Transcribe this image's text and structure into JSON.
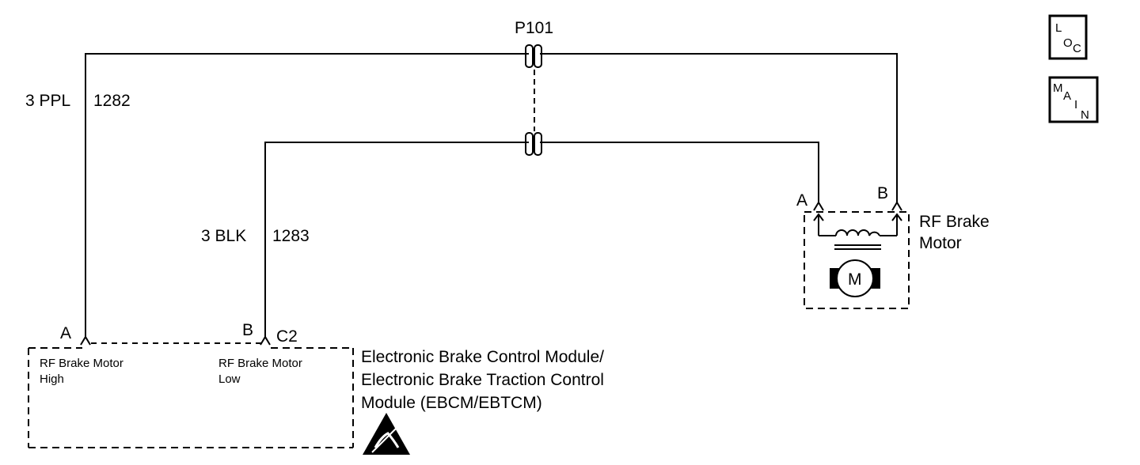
{
  "connector": {
    "id": "P101"
  },
  "wires": [
    {
      "label": "3 PPL",
      "circuit": "1282"
    },
    {
      "label": "3 BLK",
      "circuit": "1283"
    }
  ],
  "module": {
    "name_lines": [
      "Electronic Brake Control Module/",
      "Electronic Brake Traction Control",
      "Module (EBCM/EBTCM)"
    ],
    "connector": "C2",
    "pins": [
      {
        "pin": "A",
        "label_lines": [
          "RF Brake Motor",
          "High"
        ]
      },
      {
        "pin": "B",
        "label_lines": [
          "RF Brake Motor",
          "Low"
        ]
      }
    ],
    "esd_icon": "esd-warning-icon"
  },
  "motor": {
    "name_lines": [
      "RF Brake",
      "Motor"
    ],
    "pins": [
      "A",
      "B"
    ],
    "symbol": "M"
  },
  "nav": {
    "loc": {
      "letters": [
        "L",
        "O",
        "C"
      ]
    },
    "main": {
      "letters": [
        "M",
        "A",
        "I",
        "N"
      ]
    }
  }
}
